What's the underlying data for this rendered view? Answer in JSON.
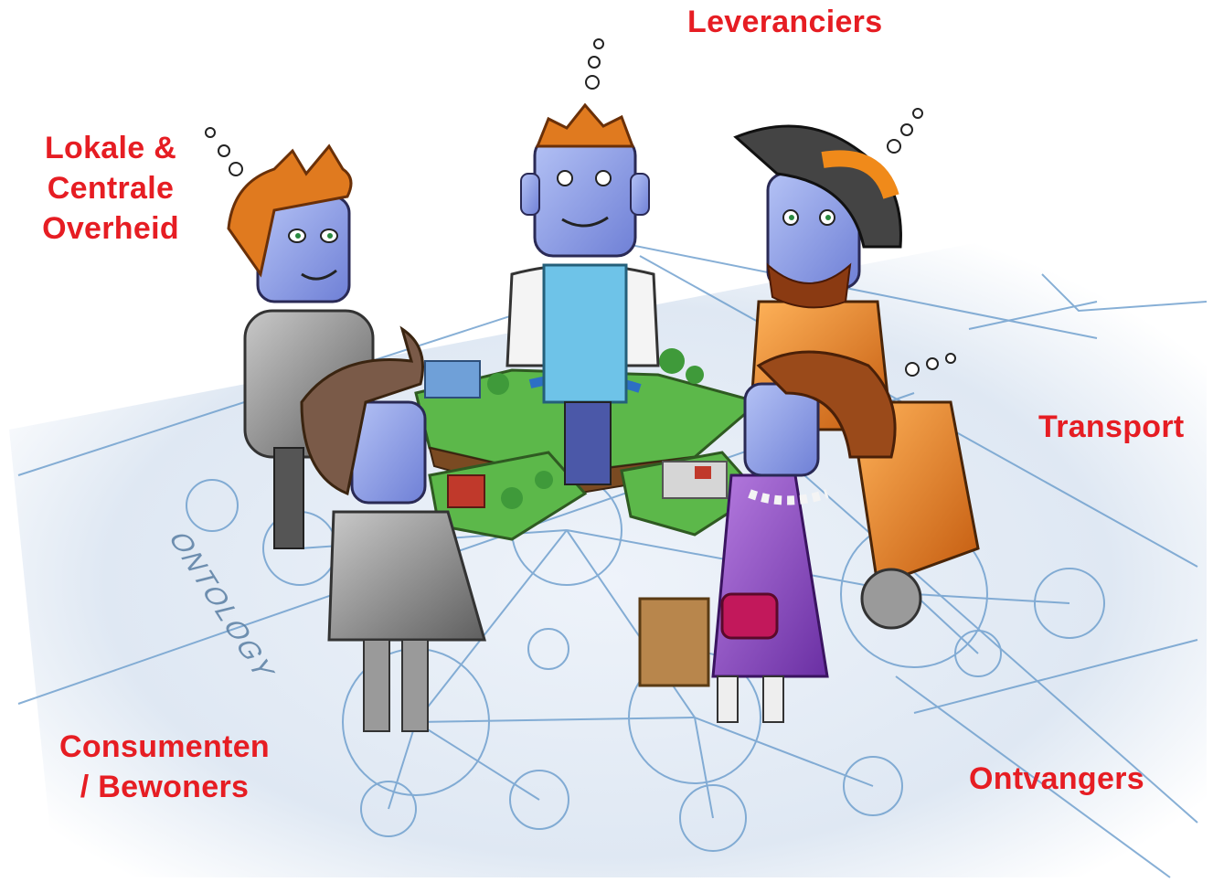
{
  "labels": {
    "suppliers": "Leveranciers",
    "government": [
      "Lokale &",
      "Centrale",
      "Overheid"
    ],
    "transport": "Transport",
    "consumers": [
      "Consumenten",
      "/ Bewoners"
    ],
    "receivers": "Ontvangers"
  },
  "floor_text": "ONTOLOGY",
  "colors": {
    "label_red": "#e61d23",
    "blueprint_line": "#6a9ccc",
    "skin_blue": "#8ea2e8",
    "hair_orange": "#e07a1f",
    "grass_green": "#5cb84a"
  }
}
